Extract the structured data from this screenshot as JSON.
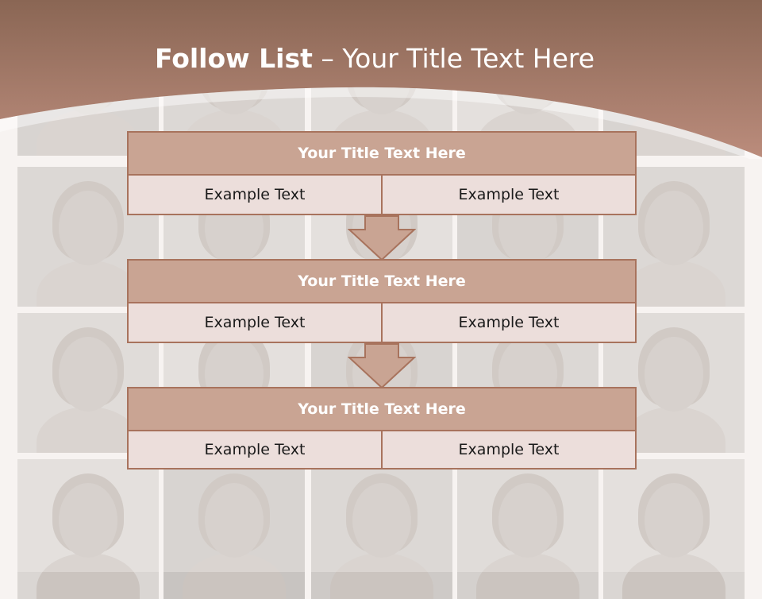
{
  "slide": {
    "title_bold": "Follow List",
    "title_rest": " – Your Title Text Here"
  },
  "steps": [
    {
      "title": "Your Title Text Here",
      "left": "Example Text",
      "right": "Example Text"
    },
    {
      "title": "Your Title Text Here",
      "left": "Example Text",
      "right": "Example Text"
    },
    {
      "title": "Your Title Text Here",
      "left": "Example Text",
      "right": "Example Text"
    }
  ],
  "colors": {
    "header_top": "#8a6654",
    "header_bottom": "#b9897a",
    "box_fill": "#c9a493",
    "box_border": "#a8735d",
    "cell_fill": "#ecdedb",
    "arrow_fill": "#c9a493"
  }
}
